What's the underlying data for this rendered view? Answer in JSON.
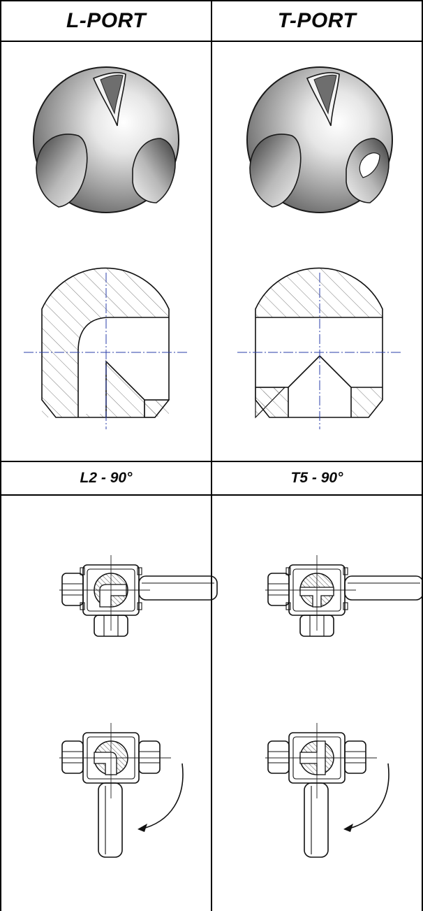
{
  "table": {
    "columns": [
      {
        "header": "L-PORT",
        "subheader": "L2 - 90°"
      },
      {
        "header": "T-PORT",
        "subheader": "T5 - 90°"
      }
    ]
  }
}
